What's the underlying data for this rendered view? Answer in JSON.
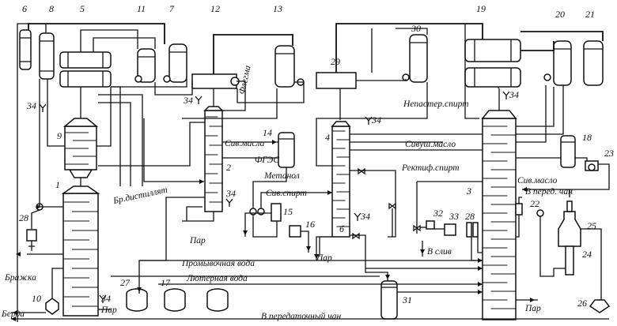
{
  "equipment_numbers": {
    "n1": "1",
    "n2": "2",
    "n3": "3",
    "n4": "4",
    "n5": "5",
    "n6": "6",
    "n7": "7",
    "n8": "8",
    "n9": "9",
    "n10": "10",
    "n11": "11",
    "n12": "12",
    "n13": "13",
    "n14": "14",
    "n15": "15",
    "n16": "16",
    "n17": "17",
    "n18": "18",
    "n19": "19",
    "n20": "20",
    "n21": "21",
    "n22": "22",
    "n23": "23",
    "n24": "24",
    "n25": "25",
    "n26": "26",
    "n27": "27",
    "n28": "28",
    "n28b": "28",
    "n29": "29",
    "n30": "30",
    "n31": "31",
    "n32": "32",
    "n33": "33",
    "n34a": "34",
    "n34b": "34",
    "n34c": "34",
    "n34d": "34",
    "n34e": "34",
    "n34f": "34",
    "n34g": "34",
    "b": "б"
  },
  "streams": {
    "flegma": "Флегма",
    "nepaster_spirt": "Непастер.спирт",
    "siv_masla": "Сив.масла",
    "sivush_maslo": "Сивуш.масло",
    "fgzs": "ФГЭС",
    "metanol": "Метанол",
    "rektif_spirt": "Ректиф.спирт",
    "siv_spirt": "Сив.спирт",
    "br_distillyat": "Бр.дистиллят",
    "siv_maslo": "Сив.масло",
    "v_pered_chan": "В перед. чан",
    "par1": "Пар",
    "par2": "Пар",
    "par3": "Пар",
    "par4": "Пар",
    "v_sliv": "В слив",
    "promyvochnaya": "Промывочная вода",
    "lyuternaya": "Лютерная вода",
    "brazhka": "Бражка",
    "berda": "Берда",
    "v_peredatochny": "В передаточный чан"
  }
}
